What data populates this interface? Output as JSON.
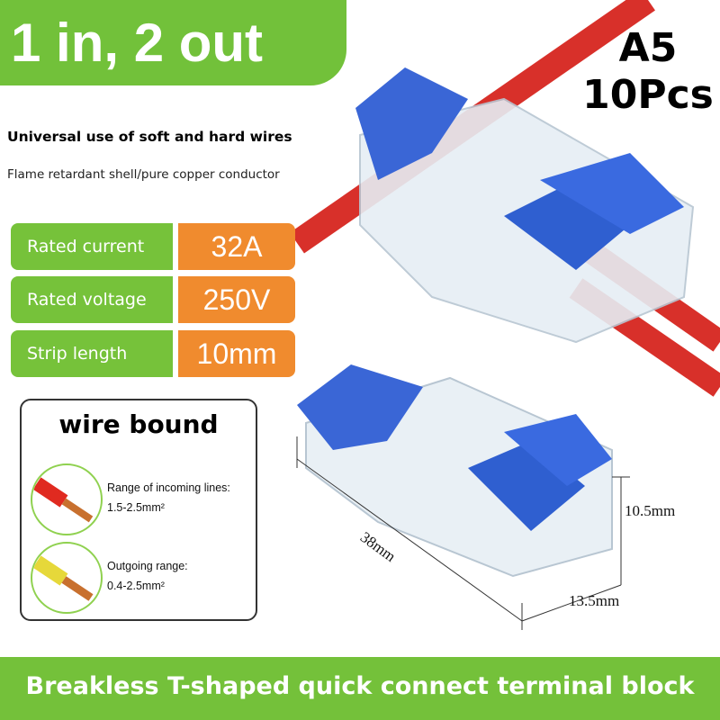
{
  "banner": {
    "title": "1 in, 2 out"
  },
  "model": {
    "code": "A5",
    "quantity": "10Pcs"
  },
  "features": {
    "headline": "Universal use of soft and hard wires",
    "subline": "Flame retardant shell/pure copper conductor"
  },
  "specs": [
    {
      "label": "Rated current",
      "value": "32A"
    },
    {
      "label": "Rated voltage",
      "value": "250V"
    },
    {
      "label": "Strip length",
      "value": "10mm"
    }
  ],
  "wire_bound": {
    "title": "wire bound",
    "incoming_label": "Range of incoming lines:",
    "incoming_value": "1.5-2.5mm²",
    "outgoing_label": "Outgoing range:",
    "outgoing_value": "0.4-2.5mm²"
  },
  "dimensions": {
    "length": "38mm",
    "height": "10.5mm",
    "width": "13.5mm"
  },
  "footer": {
    "caption": "Breakless T-shaped quick connect terminal block"
  },
  "colors": {
    "green": "#74c13a",
    "orange": "#f08b2e",
    "blue": "#2f5fd0",
    "red": "#e0302a"
  }
}
